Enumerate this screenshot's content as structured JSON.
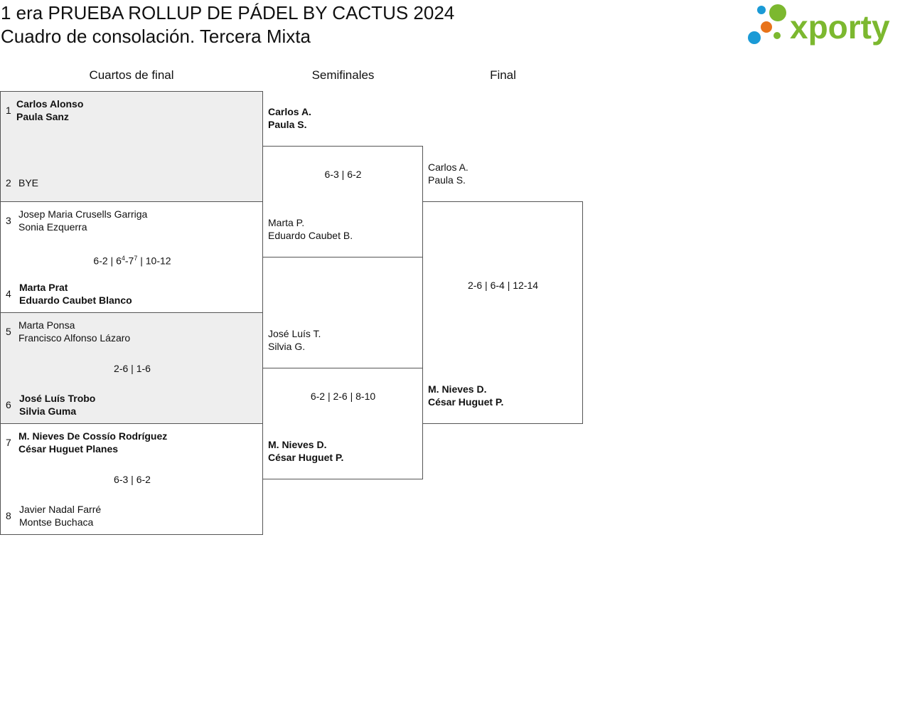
{
  "header": {
    "title": "1 era PRUEBA ROLLUP DE PÁDEL BY CACTUS 2024",
    "subtitle": "Cuadro de consolación. Tercera Mixta"
  },
  "logo": {
    "text": "xporty",
    "colors": {
      "green": "#7cb82f",
      "blue": "#1a9ad6",
      "orange": "#e8731a"
    }
  },
  "rounds": {
    "quarter": "Cuartos de final",
    "semi": "Semifinales",
    "final": "Final"
  },
  "quarterfinals": [
    {
      "top": {
        "seed": "1",
        "player1": "Carlos Alonso",
        "player2": "Paula Sanz"
      },
      "bottom": {
        "seed": "2",
        "player1": "BYE",
        "player2": ""
      },
      "score": {
        "a": "",
        "b": "",
        "c": "",
        "d": ""
      }
    },
    {
      "top": {
        "seed": "3",
        "player1": "Josep Maria Crusells Garriga",
        "player2": "Sonia Ezquerra"
      },
      "bottom": {
        "seed": "4",
        "player1": "Marta Prat",
        "player2": "Eduardo Caubet Blanco"
      },
      "score": {
        "set1": "6-2 | 6",
        "tb1": "4",
        "mid": "-7",
        "tb2": "7",
        "end": " | 10-12"
      }
    },
    {
      "top": {
        "seed": "5",
        "player1": "Marta Ponsa",
        "player2": "Francisco Alfonso Lázaro"
      },
      "bottom": {
        "seed": "6",
        "player1": "José Luís Trobo",
        "player2": "Silvia Guma"
      },
      "score": "2-6 | 1-6"
    },
    {
      "top": {
        "seed": "7",
        "player1": "M. Nieves De Cossío Rodríguez",
        "player2": "César Huguet Planes"
      },
      "bottom": {
        "seed": "8",
        "player1": "Javier Nadal Farré",
        "player2": "Montse Buchaca"
      },
      "score": "6-3 | 6-2"
    }
  ],
  "semifinals": [
    {
      "top": {
        "player1": "Carlos A.",
        "player2": "Paula S."
      },
      "bottom": {
        "player1": "Marta P.",
        "player2": "Eduardo Caubet B."
      },
      "score": "6-3 | 6-2"
    },
    {
      "top": {
        "player1": "José Luís T.",
        "player2": "Silvia G."
      },
      "bottom": {
        "player1": "M. Nieves D.",
        "player2": "César Huguet P."
      },
      "score": "6-2 | 2-6 | 8-10"
    }
  ],
  "final": {
    "top": {
      "player1": "Carlos A.",
      "player2": "Paula S."
    },
    "bottom": {
      "player1": "M. Nieves D.",
      "player2": "César Huguet P."
    },
    "score": "2-6 | 6-4 | 12-14"
  }
}
